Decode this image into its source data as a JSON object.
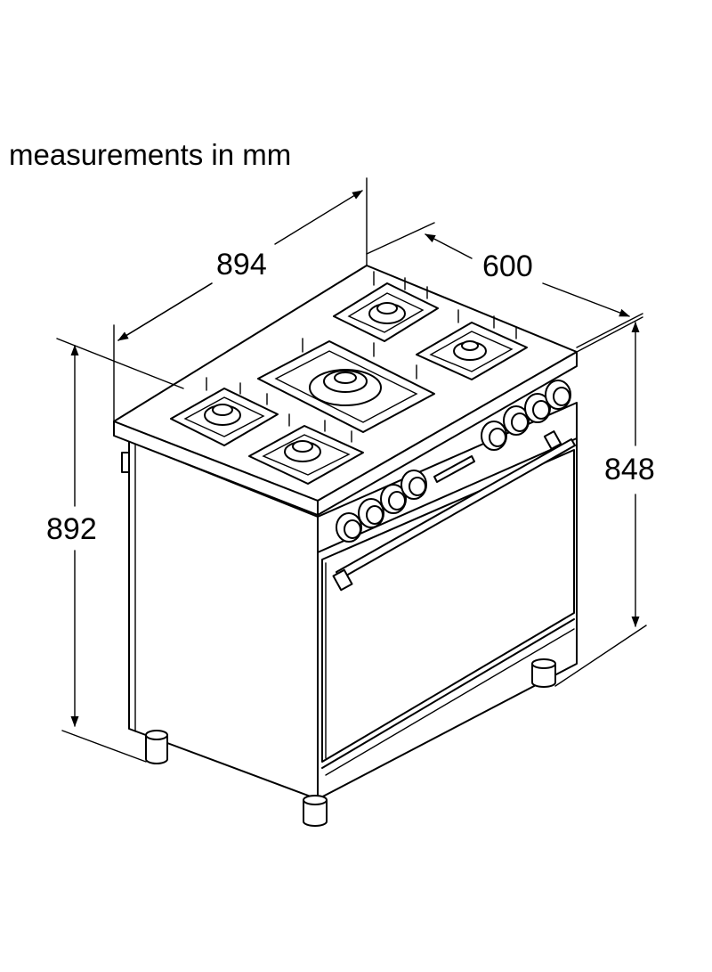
{
  "header": {
    "units_note": "measurements in mm"
  },
  "dimensions": {
    "width": "894",
    "depth": "600",
    "height_worktop": "848",
    "height_total": "892"
  }
}
